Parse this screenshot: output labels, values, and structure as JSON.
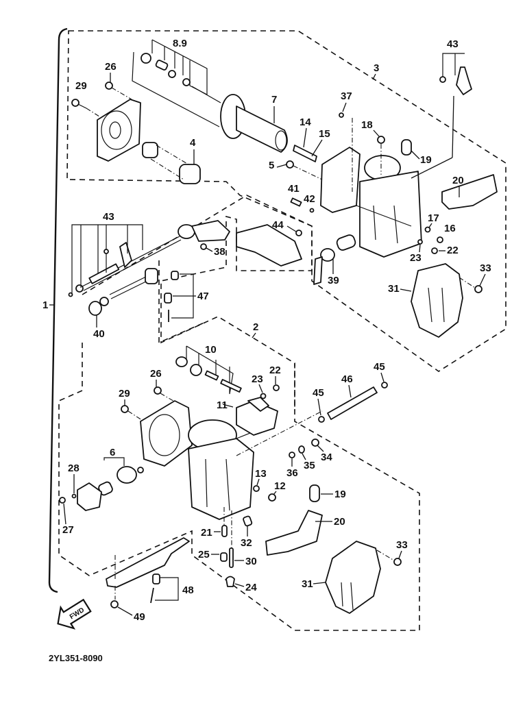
{
  "diagram": {
    "title": "Carburetor assembly exploded parts diagram",
    "catalog_code": "2YL351-8090",
    "direction_badge": "FWD",
    "assembly_label": "1",
    "callouts": {
      "c8_9": "8.9",
      "c26a": "26",
      "c29a": "29",
      "c4": "4",
      "c7": "7",
      "c3": "3",
      "c43a": "43",
      "c37": "37",
      "c14": "14",
      "c15": "15",
      "c18": "18",
      "c19a": "19",
      "c5": "5",
      "c20a": "20",
      "c41": "41",
      "c42": "42",
      "c44": "44",
      "c17": "17",
      "c16": "16",
      "c22a": "22",
      "c23a": "23",
      "c33a": "33",
      "c31a": "31",
      "c39": "39",
      "c38": "38",
      "c43b": "43",
      "c47": "47",
      "c40": "40",
      "c2": "2",
      "c10": "10",
      "c26b": "26",
      "c23b": "23",
      "c22b": "22",
      "c29b": "29",
      "c11": "11",
      "c45a": "45",
      "c46": "46",
      "c45b": "45",
      "c6": "6",
      "c28": "28",
      "c27": "27",
      "c13": "13",
      "c36": "36",
      "c35": "35",
      "c34": "34",
      "c12": "12",
      "c19b": "19",
      "c20b": "20",
      "c21": "21",
      "c32": "32",
      "c25": "25",
      "c30": "30",
      "c24": "24",
      "c33b": "33",
      "c31b": "31",
      "c48": "48",
      "c49": "49"
    }
  }
}
